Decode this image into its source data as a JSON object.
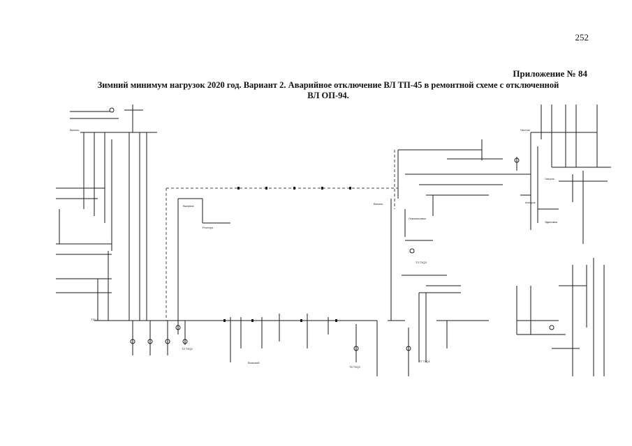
{
  "page": {
    "number": "252",
    "appendix": "Приложение № 84",
    "title_line1": "Зимний минимум нагрузок 2020 год. Вариант 2. Аварийное отключение ВЛ ТП-45 в ремонтной схеме с отключенной",
    "title_line2": "ВЛ ОП-94."
  },
  "colors": {
    "line": "#1a1a1a",
    "dashed": "#444444",
    "background": "#ffffff"
  },
  "diagram": {
    "labels": {
      "bus_left_top": "Вихоль",
      "bus_left_mid": "T32-3",
      "sub_a": "Чистые",
      "sub_b": "Выгряха",
      "sub_c": "Ростеро",
      "sub_d": "Вихоль",
      "sub_e": "Ломоносовка",
      "sub_f": "T2 T3Q2",
      "sub_g": "T3 T3Q3",
      "sub_h": "T5 T3Q3",
      "sub_i": "T7 T3Q1",
      "sub_j": "Вольный",
      "sub_k": "Чатыль",
      "sub_l": "Ангарск",
      "sub_m": "Эдиновка"
    }
  }
}
